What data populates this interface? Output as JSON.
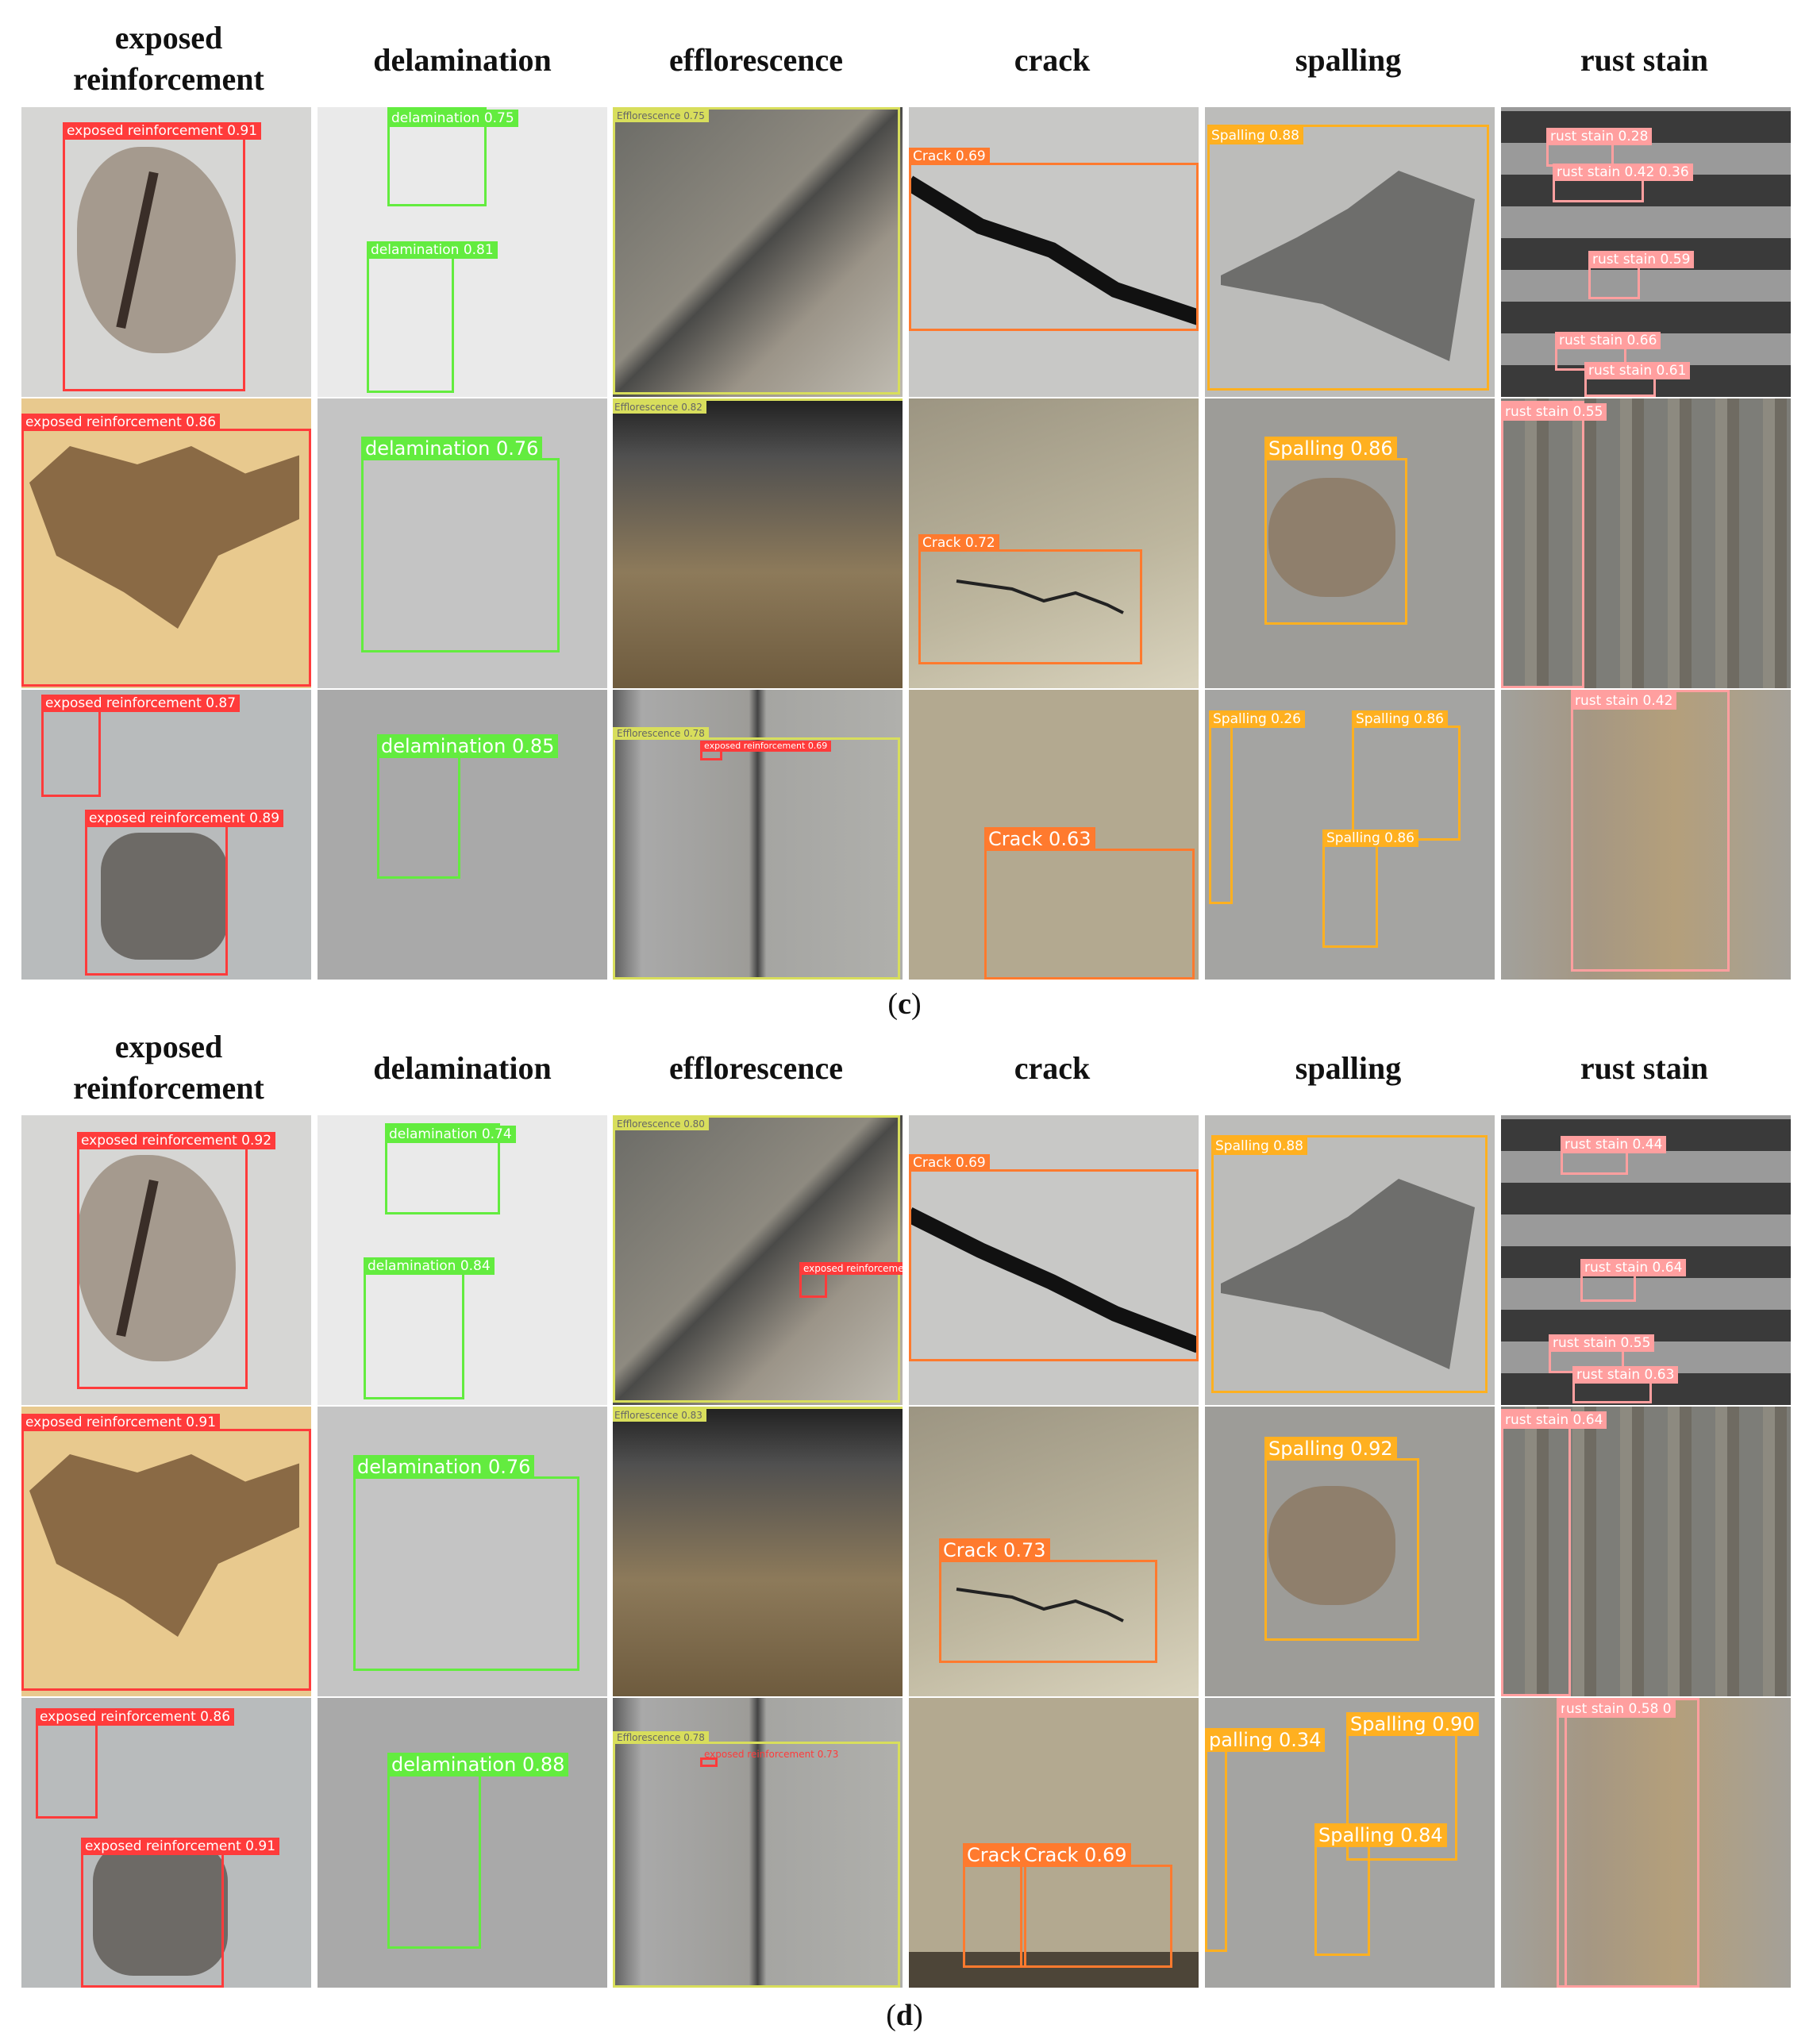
{
  "headers": [
    "exposed reinforcement",
    "delamination",
    "efflorescence",
    "crack",
    "spalling",
    "rust stain"
  ],
  "panels": [
    {
      "caption_letter": "c",
      "rows": [
        [
          {
            "type": "er",
            "labels": [
              "exposed reinforcement 0.91"
            ]
          },
          {
            "type": "de",
            "labels": [
              "delamination 0.75",
              "delamination 0.81"
            ]
          },
          {
            "type": "ef",
            "labels": [
              "Efflorescence 0.75"
            ]
          },
          {
            "type": "cr",
            "labels": [
              "Crack 0.69"
            ]
          },
          {
            "type": "sp",
            "labels": [
              "Spalling 0.88"
            ]
          },
          {
            "type": "rs",
            "labels": [
              "rust stain 0.28",
              "rust stain 0.42 0.36",
              "rust stain 0.59",
              "rust stain 0.66",
              "rust stain 0.61"
            ]
          }
        ],
        [
          {
            "type": "er",
            "labels": [
              "exposed reinforcement 0.86"
            ]
          },
          {
            "type": "de",
            "labels": [
              "delamination 0.76"
            ]
          },
          {
            "type": "ef",
            "labels": [
              "Efflorescence 0.82"
            ]
          },
          {
            "type": "cr",
            "labels": [
              "Crack 0.72"
            ]
          },
          {
            "type": "sp",
            "labels": [
              "Spalling 0.86"
            ]
          },
          {
            "type": "rs",
            "labels": [
              "rust stain 0.55"
            ]
          }
        ],
        [
          {
            "type": "er",
            "labels": [
              "exposed reinforcement 0.87",
              "exposed reinforcement 0.89"
            ]
          },
          {
            "type": "de",
            "labels": [
              "delamination 0.85"
            ]
          },
          {
            "type": "ef",
            "labels": [
              "Efflorescence 0.78",
              "exposed reinforcement 0.69"
            ]
          },
          {
            "type": "cr",
            "labels": [
              "Crack 0.63"
            ]
          },
          {
            "type": "sp",
            "labels": [
              "Spalling 0.26",
              "Spalling 0.86",
              "Spalling 0.86"
            ]
          },
          {
            "type": "rs",
            "labels": [
              "rust stain 0.42"
            ]
          }
        ]
      ]
    },
    {
      "caption_letter": "d",
      "rows": [
        [
          {
            "type": "er",
            "labels": [
              "exposed reinforcement 0.92"
            ]
          },
          {
            "type": "de",
            "labels": [
              "delamination 0.74",
              "delamination 0.84"
            ]
          },
          {
            "type": "ef",
            "labels": [
              "Efflorescence 0.80",
              "exposed reinforcement"
            ]
          },
          {
            "type": "cr",
            "labels": [
              "Crack 0.69"
            ]
          },
          {
            "type": "sp",
            "labels": [
              "Spalling 0.88"
            ]
          },
          {
            "type": "rs",
            "labels": [
              "rust stain 0.44",
              "rust stain 0.64",
              "rust stain 0.55",
              "rust stain 0.63"
            ]
          }
        ],
        [
          {
            "type": "er",
            "labels": [
              "exposed reinforcement 0.91"
            ]
          },
          {
            "type": "de",
            "labels": [
              "delamination 0.76"
            ]
          },
          {
            "type": "ef",
            "labels": [
              "Efflorescence 0.83"
            ]
          },
          {
            "type": "cr",
            "labels": [
              "Crack 0.73"
            ]
          },
          {
            "type": "sp",
            "labels": [
              "Spalling 0.92"
            ]
          },
          {
            "type": "rs",
            "labels": [
              "rust stain 0.64"
            ]
          }
        ],
        [
          {
            "type": "er",
            "labels": [
              "exposed reinforcement 0.86",
              "exposed reinforcement 0.91"
            ]
          },
          {
            "type": "de",
            "labels": [
              "delamination 0.88"
            ]
          },
          {
            "type": "ef",
            "labels": [
              "Efflorescence 0.78",
              "exposed reinforcement 0.73"
            ]
          },
          {
            "type": "cr",
            "labels": [
              "Crack 0.4",
              "Crack 0.69"
            ]
          },
          {
            "type": "sp",
            "labels": [
              "palling 0.34",
              "Spalling 0.90",
              "Spalling 0.84"
            ]
          },
          {
            "type": "rs",
            "labels": [
              "rust stain 0.58 0"
            ]
          }
        ]
      ]
    }
  ],
  "colors": {
    "er": "#ff3b3b",
    "de": "#63ec3f",
    "ef": "#d8de5c",
    "cr": "#ff7a2e",
    "sp": "#ffb020",
    "rs": "#ff9f9f"
  }
}
